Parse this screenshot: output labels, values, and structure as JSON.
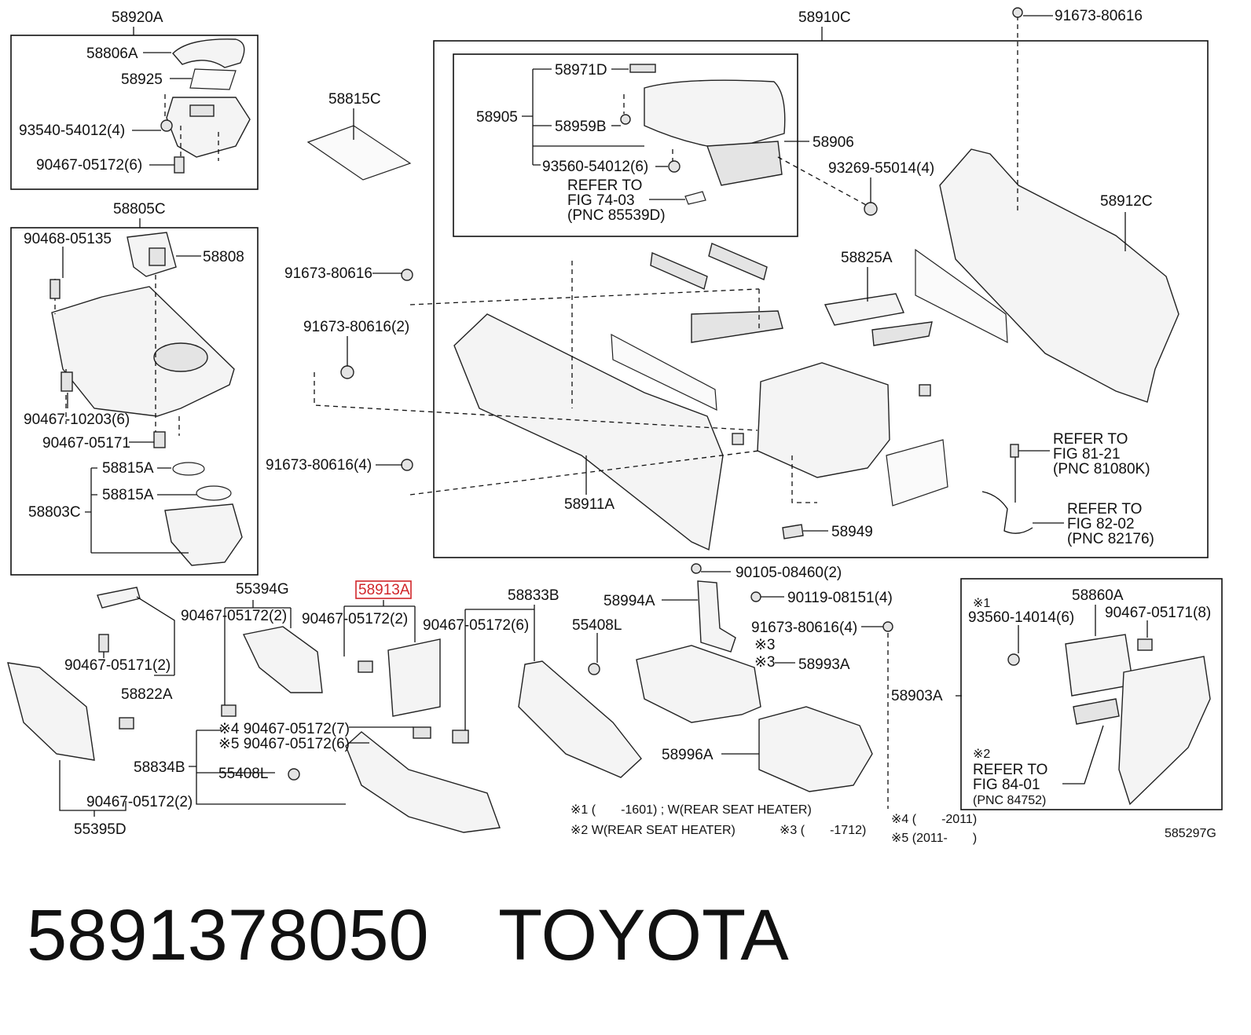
{
  "diagram_ref": "585297G",
  "footer": {
    "part_number": "5891378050",
    "brand": "TOYOTA"
  },
  "labels": {
    "l58920A": "58920A",
    "l58806A": "58806A",
    "l58925": "58925",
    "l93540": "93540-54012(4)",
    "l90467_05172_6a": "90467-05172(6)",
    "l58815C": "58815C",
    "l58910C": "58910C",
    "l91673_top": "91673-80616",
    "l58971D": "58971D",
    "l58905": "58905",
    "l58959B": "58959B",
    "l93560_54012": "93560-54012(6)",
    "l58906": "58906",
    "refer1_line1": "REFER TO",
    "refer1_line2": "FIG 74-03",
    "refer1_line3": "(PNC 85539D)",
    "l93269": "93269-55014(4)",
    "l58912C": "58912C",
    "l58805C": "58805C",
    "l90468": "90468-05135",
    "l58808": "58808",
    "l90467_10203": "90467-10203(6)",
    "l90467_05171_a": "90467-05171",
    "l58815A_1": "58815A",
    "l58815A_2": "58815A",
    "l58803C": "58803C",
    "l91673_a": "91673-80616",
    "l91673_2": "91673-80616(2)",
    "l91673_4": "91673-80616(4)",
    "l58825A": "58825A",
    "l58911A": "58911A",
    "l58949": "58949",
    "refer2_line1": "REFER TO",
    "refer2_line2": "FIG 81-21",
    "refer2_line3": "(PNC 81080K)",
    "refer3_line1": "REFER TO",
    "refer3_line2": "FIG 82-02",
    "refer3_line3": "(PNC 82176)",
    "l90105": "90105-08460(2)",
    "l58994A": "58994A",
    "l90119": "90119-08151(4)",
    "l91673_4b": "91673-80616(4)",
    "l58993A": "58993A",
    "star3a": "※3",
    "star3b": "※3",
    "l58996A": "58996A",
    "l55394G": "55394G",
    "l90467_05172_2a": "90467-05172(2)",
    "l58913A": "58913A",
    "l90467_05172_2b": "90467-05172(2)",
    "l58833B": "58833B",
    "l90467_05172_6b": "90467-05172(6)",
    "l55408L_a": "55408L",
    "l90467_05171_2": "90467-05171(2)",
    "l58822A": "58822A",
    "l4_90467": "※4 90467-05172(7)",
    "l5_90467": "※5 90467-05172(6)",
    "l58834B": "58834B",
    "l55408L_b": "55408L",
    "l90467_05172_2c": "90467-05172(2)",
    "l55395D": "55395D",
    "l58860A": "58860A",
    "star1_small": "※1",
    "l93560_14014": "93560-14014(6)",
    "l90467_05171_8": "90467-05171(8)",
    "l58903A": "58903A",
    "star2_small": "※2",
    "refer4_line1": "REFER TO",
    "refer4_line2": "FIG 84-01",
    "refer4_line3": "(PNC 84752)"
  },
  "notes": {
    "n1": "※1 (　　-1601) ; W(REAR SEAT HEATER)",
    "n2": "※2  W(REAR SEAT HEATER)",
    "n3": "※3 (　　-1712)",
    "n4": "※4 (　　-2011)",
    "n5": "※5 (2011-　　)"
  },
  "colors": {
    "highlight": "#d0262a",
    "ink": "#111111"
  }
}
